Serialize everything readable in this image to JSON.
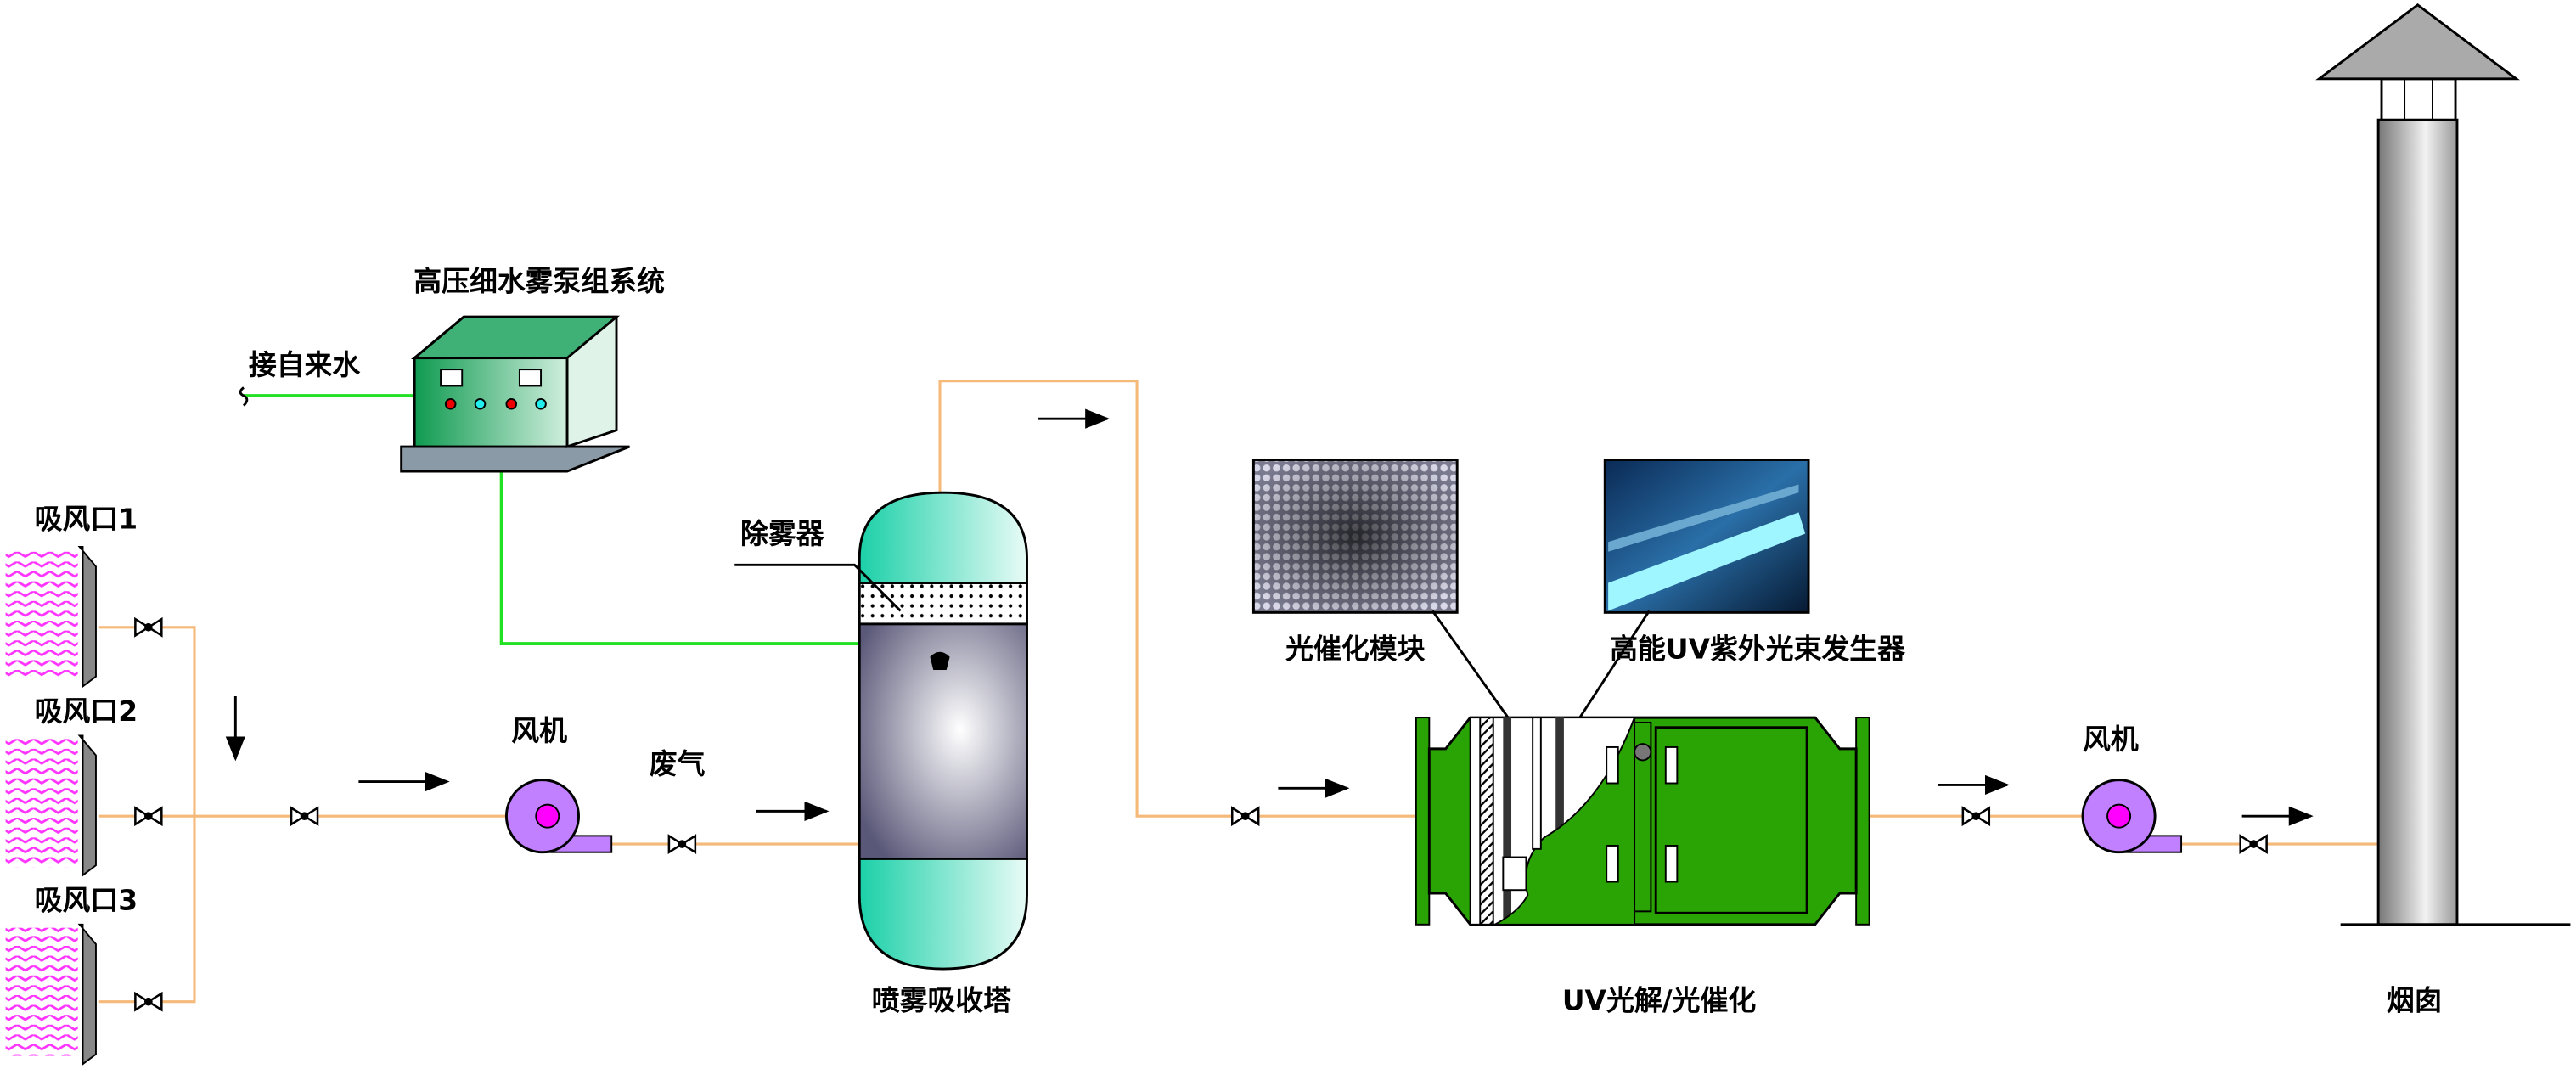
{
  "labels": {
    "pump_system": "高压细水雾泵组系统",
    "tap_water": "接自来水",
    "inlet1": "吸风口1",
    "inlet2": "吸风口2",
    "inlet3": "吸风口3",
    "fan1": "风机",
    "waste_gas": "废气",
    "demister": "除雾器",
    "spray_tower": "喷雾吸收塔",
    "photocatalyst_module": "光催化模块",
    "uv_generator": "高能UV紫外光束发生器",
    "uv_unit": "UV光解/光催化",
    "fan2": "风机",
    "chimney": "烟囱"
  },
  "colors": {
    "pipe": "#f5b97a",
    "water_line": "#22e022",
    "uv_unit": "#2aa304",
    "fan": "#c080ff",
    "fan_hub": "#ff00ff",
    "tower": "#2fd3b0",
    "inlet_hatch": "#ff33ff"
  }
}
